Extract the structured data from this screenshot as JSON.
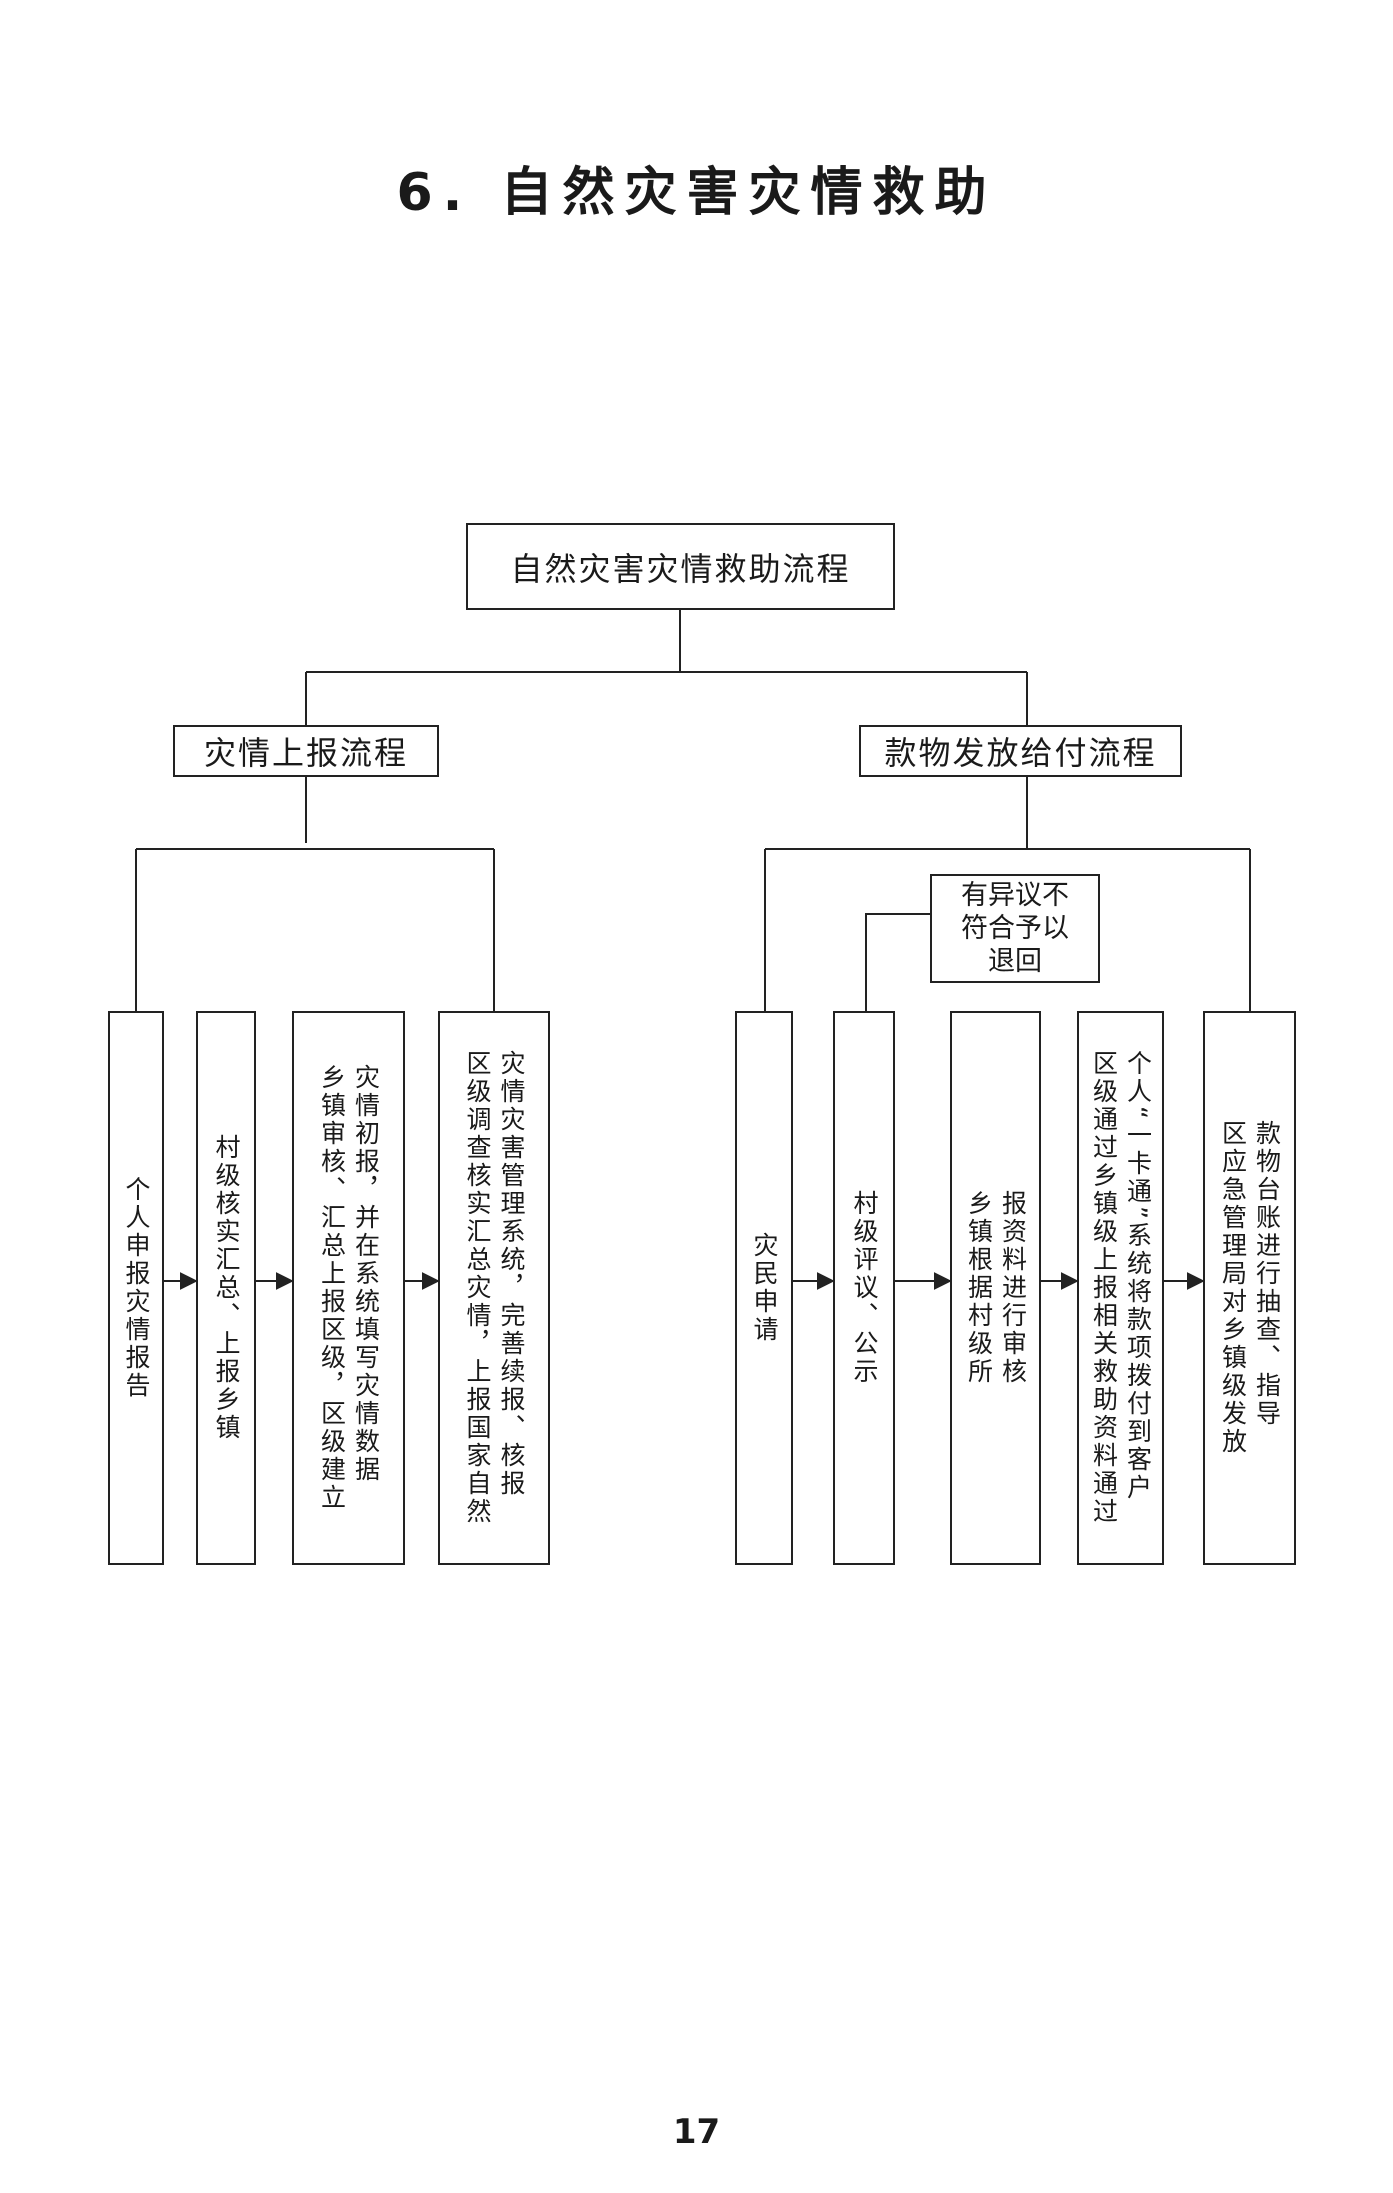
{
  "page": {
    "title": "6. 自然灾害灾情救助",
    "number": "17"
  },
  "diagram": {
    "root": "自然灾害灾情救助流程",
    "branches": [
      {
        "title": "灾情上报流程",
        "steps": [
          "个人申报灾情报告",
          "村级核实汇总、上报乡镇",
          "灾情初报，并在系统填写灾情数据\n乡镇审核、汇总上报区级，区级建立",
          "灾情灾害管理系统，完善续报、核报\n区级调查核实汇总灾情，上报国家自然"
        ]
      },
      {
        "title": "款物发放给付流程",
        "note": "有异议不\n符合予以\n退回",
        "steps": [
          "灾民申请",
          "村级评议、公示",
          "报资料进行审核\n乡镇根据村级所",
          "个人“一卡通”系统将款项拨付到客户\n区级通过乡镇级上报相关救助资料通过",
          "款物台账进行抽查、指导\n区应急管理局对乡镇级发放"
        ]
      }
    ]
  }
}
